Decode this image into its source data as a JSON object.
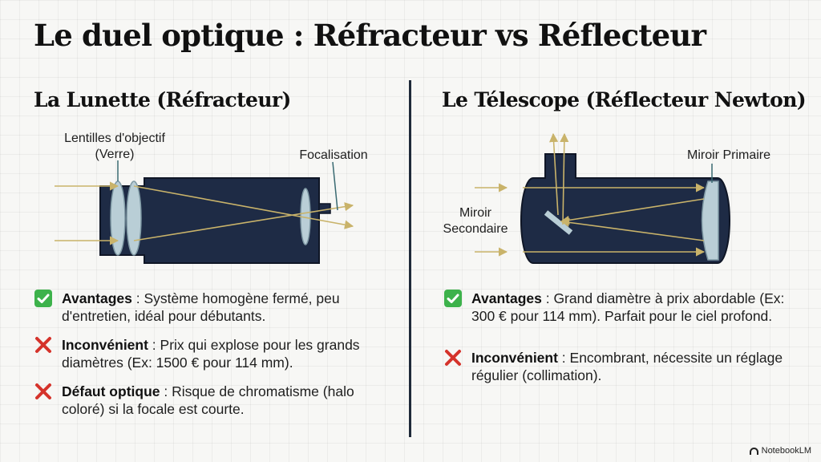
{
  "title": "Le duel optique : Réfracteur vs Réflecteur",
  "left": {
    "heading": "La Lunette (Réfracteur)",
    "labels": {
      "lens_line1": "Lentilles d'objectif",
      "lens_line2": "(Verre)",
      "focus": "Focalisation"
    },
    "items": [
      {
        "type": "pro",
        "label": "Avantages",
        "text": " : Système homogène fermé, peu d'entretien, idéal pour débutants."
      },
      {
        "type": "con",
        "label": "Inconvénient",
        "text": " : Prix qui explose pour les grands diamètres (Ex: 1500 € pour 114 mm)."
      },
      {
        "type": "con",
        "label": "Défaut optique",
        "text": " : Risque de chromatisme (halo coloré) si la focale est courte."
      }
    ]
  },
  "right": {
    "heading": "Le Télescope (Réflecteur Newton)",
    "labels": {
      "primary": "Miroir Primaire",
      "secondary_line1": "Miroir",
      "secondary_line2": "Secondaire"
    },
    "items": [
      {
        "type": "pro",
        "label": "Avantages",
        "text": " : Grand diamètre à prix abordable (Ex: 300 € pour 114 mm). Parfait pour le ciel profond."
      },
      {
        "type": "con",
        "label": "Inconvénient",
        "text": " : Encombrant, nécessite un réglage régulier (collimation)."
      }
    ]
  },
  "badge": "NotebookLM",
  "colors": {
    "tube": "#1e2b45",
    "ray": "#c9b36a",
    "check": "#3db24b",
    "cross": "#d5332b",
    "glass": "#b9ced6"
  },
  "icons": {
    "pro": "check-mark-icon",
    "con": "cross-mark-icon"
  }
}
